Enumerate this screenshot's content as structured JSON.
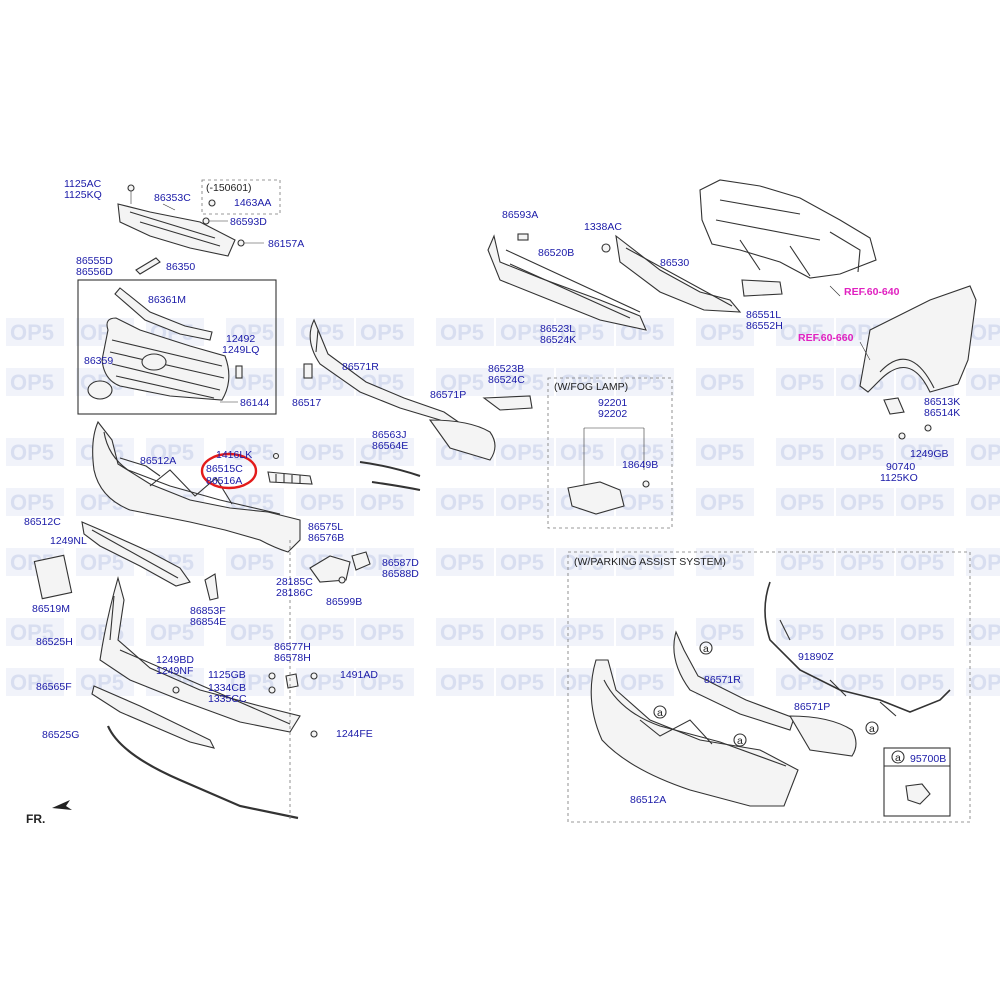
{
  "labels": {
    "l1125AC": "1125AC",
    "l1125KQ": "1125KQ",
    "l86353C": "86353C",
    "l150601": "(-150601)",
    "l1463AA": "1463AA",
    "l86593D": "86593D",
    "l86157A": "86157A",
    "l86555D": "86555D",
    "l86556D": "86556D",
    "l86350": "86350",
    "l86361M": "86361M",
    "l12492": "12492",
    "l1249LQ": "1249LQ",
    "l86359": "86359",
    "l86144": "86144",
    "l86517": "86517",
    "l86571R": "86571R",
    "l86571P": "86571P",
    "l86563J": "86563J",
    "l86564E": "86564E",
    "l1416LK": "1416LK",
    "l86515C": "86515C",
    "l86516A": "86516A",
    "l86512A": "86512A",
    "l86512C": "86512C",
    "l1249NL": "1249NL",
    "l86519M": "86519M",
    "l86575L": "86575L",
    "l86576B": "86576B",
    "l28185C": "28185C",
    "l28186C": "28186C",
    "l86587D": "86587D",
    "l86588D": "86588D",
    "l86599B": "86599B",
    "l86853F": "86853F",
    "l86854E": "86854E",
    "l86525H": "86525H",
    "l86565F": "86565F",
    "l86525G": "86525G",
    "l1249BD": "1249BD",
    "l1249NF": "1249NF",
    "l86577H": "86577H",
    "l86578H": "86578H",
    "l1125GB": "1125GB",
    "l1491AD": "1491AD",
    "l1334CB": "1334CB",
    "l1335CC": "1335CC",
    "l1244FE": "1244FE",
    "l86593A": "86593A",
    "l1338AC": "1338AC",
    "l86520B": "86520B",
    "l86530": "86530",
    "l86551L": "86551L",
    "l86552H": "86552H",
    "lref640": "REF.60-640",
    "lref660": "REF.60-660",
    "l86523L": "86523L",
    "l86524K": "86524K",
    "l86523B": "86523B",
    "l86524C": "86524C",
    "lfog": "(W/FOG LAMP)",
    "l92201": "92201",
    "l92202": "92202",
    "l18649B": "18649B",
    "l86513K": "86513K",
    "l86514K": "86514K",
    "l90740": "90740",
    "l1125KO": "1125KO",
    "l1249GB": "1249GB",
    "lpas": "(W/PARKING ASSIST SYSTEM)",
    "l91890Z": "91890Z",
    "l86571R_b": "86571R",
    "l86571P_b": "86571P",
    "l86512A_b": "86512A",
    "l95700B": "95700B",
    "la1": "a",
    "la2": "a",
    "la3": "a",
    "la4": "a",
    "la5": "a",
    "lfr": "FR."
  },
  "watermark": "OP5",
  "colors": {
    "label": "#1a1aa8",
    "ref": "#e020c0",
    "highlight": "#e31b1b"
  }
}
